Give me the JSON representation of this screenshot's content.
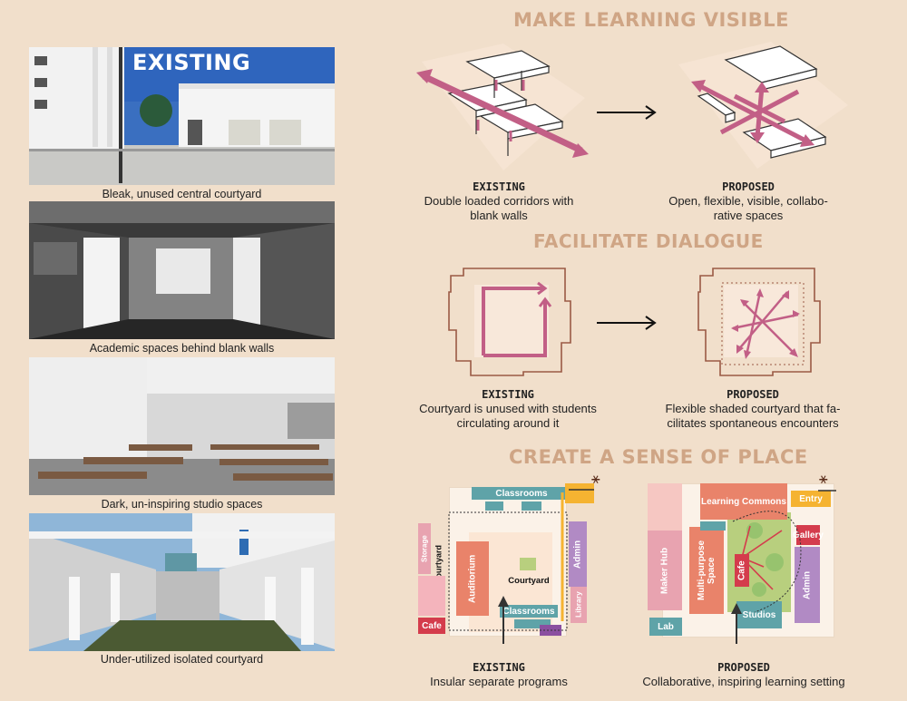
{
  "photos": [
    {
      "overlay": "EXISTING",
      "caption": "Bleak, unused central courtyard"
    },
    {
      "caption": "Academic spaces behind blank walls"
    },
    {
      "caption": "Dark, un-inspiring studio spaces"
    },
    {
      "caption": "Under-utilized isolated courtyard"
    }
  ],
  "sections": {
    "visible": {
      "title": "MAKE LEARNING VISIBLE",
      "existing": {
        "head": "EXISTING",
        "line1": "Double loaded corridors with",
        "line2": "blank walls"
      },
      "proposed": {
        "head": "PROPOSED",
        "line1": "Open, flexible, visible, collabo-",
        "line2": "rative spaces"
      }
    },
    "dialogue": {
      "title": "FACILITATE DIALOGUE",
      "existing": {
        "head": "EXISTING",
        "line1": "Courtyard is unused with students",
        "line2": "circulating around it"
      },
      "proposed": {
        "head": "PROPOSED",
        "line1": "Flexible shaded courtyard that fa-",
        "line2": "cilitates spontaneous encounters"
      }
    },
    "place": {
      "title": "CREATE A SENSE OF PLACE",
      "existing": {
        "head": "EXISTING",
        "line1": "Insular separate programs"
      },
      "proposed": {
        "head": "PROPOSED",
        "line1": "Collaborative, inspiring learning setting"
      }
    }
  },
  "plan_existing": {
    "classrooms_top": "Classrooms",
    "storage": "Storage",
    "courtyard_side": "Courtyard",
    "auditorium": "Auditorium",
    "courtyard": "Courtyard",
    "admin": "Admin",
    "library": "Library",
    "classrooms_bottom": "Classrooms",
    "cafe": "Cafe"
  },
  "plan_proposed": {
    "learning_commons": "Learning Commons",
    "entry": "Entry",
    "gallery": "Gallery",
    "maker_hub": "Maker Hub",
    "multipurpose": "Multi-purpose Space",
    "cafe": "Cafe",
    "admin": "Admin",
    "studios": "Studios",
    "lab": "Lab"
  },
  "colors": {
    "background": "#f1dfcb",
    "title": "#cfa585",
    "pink_arrow": "#c25f86",
    "outline": "#9a5a45",
    "salmon": "#e9836a",
    "teal": "#5fa3a8",
    "lilac": "#b18ac4",
    "orange": "#f5b331",
    "crimson": "#d43c4c",
    "green": "#b8cf7e"
  }
}
